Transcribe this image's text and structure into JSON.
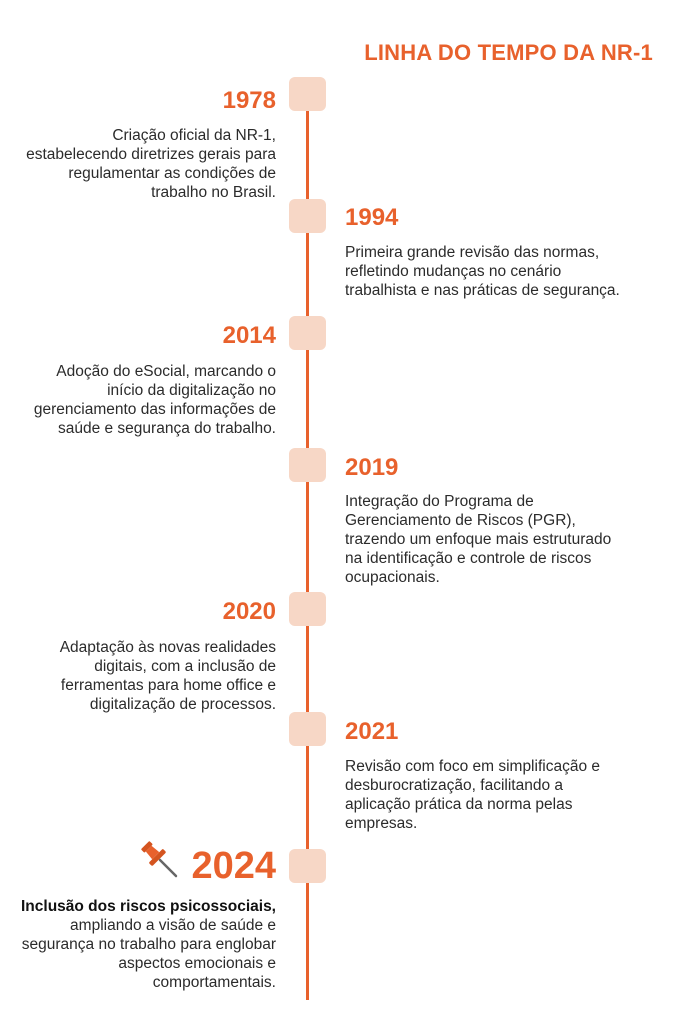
{
  "title": "LINHA DO TEMPO DA NR-1",
  "colors": {
    "accent": "#e8612c",
    "marker": "#f7d7c6",
    "text": "#2b2b2b"
  },
  "events": [
    {
      "year": "1978",
      "side": "left",
      "text": "Criação oficial da NR-1, estabelecendo diretrizes gerais para regulamentar as condições de trabalho no Brasil."
    },
    {
      "year": "1994",
      "side": "right",
      "text": "Primeira grande revisão das normas, refletindo mudanças no cenário trabalhista e nas práticas de segurança."
    },
    {
      "year": "2014",
      "side": "left",
      "text": "Adoção do eSocial, marcando o início da digitalização no gerenciamento das informações de saúde e segurança do trabalho."
    },
    {
      "year": "2019",
      "side": "right",
      "text": "Integração do Programa de Gerenciamento de Riscos (PGR), trazendo um enfoque mais estruturado na identificação e controle de riscos ocupacionais."
    },
    {
      "year": "2020",
      "side": "left",
      "text": "Adaptação às novas realidades digitais, com a inclusão de ferramentas para home office e digitalização de processos."
    },
    {
      "year": "2021",
      "side": "right",
      "text": "Revisão com foco em simplificação e desburocratização, facilitando a aplicação prática da norma pelas empresas."
    },
    {
      "year": "2024",
      "side": "left",
      "bold": "Inclusão dos riscos psicossociais,",
      "text": " ampliando a visão de saúde e segurança no trabalho para englobar aspectos emocionais e comportamentais."
    }
  ],
  "icons": {
    "highlight": "pushpin-icon"
  }
}
